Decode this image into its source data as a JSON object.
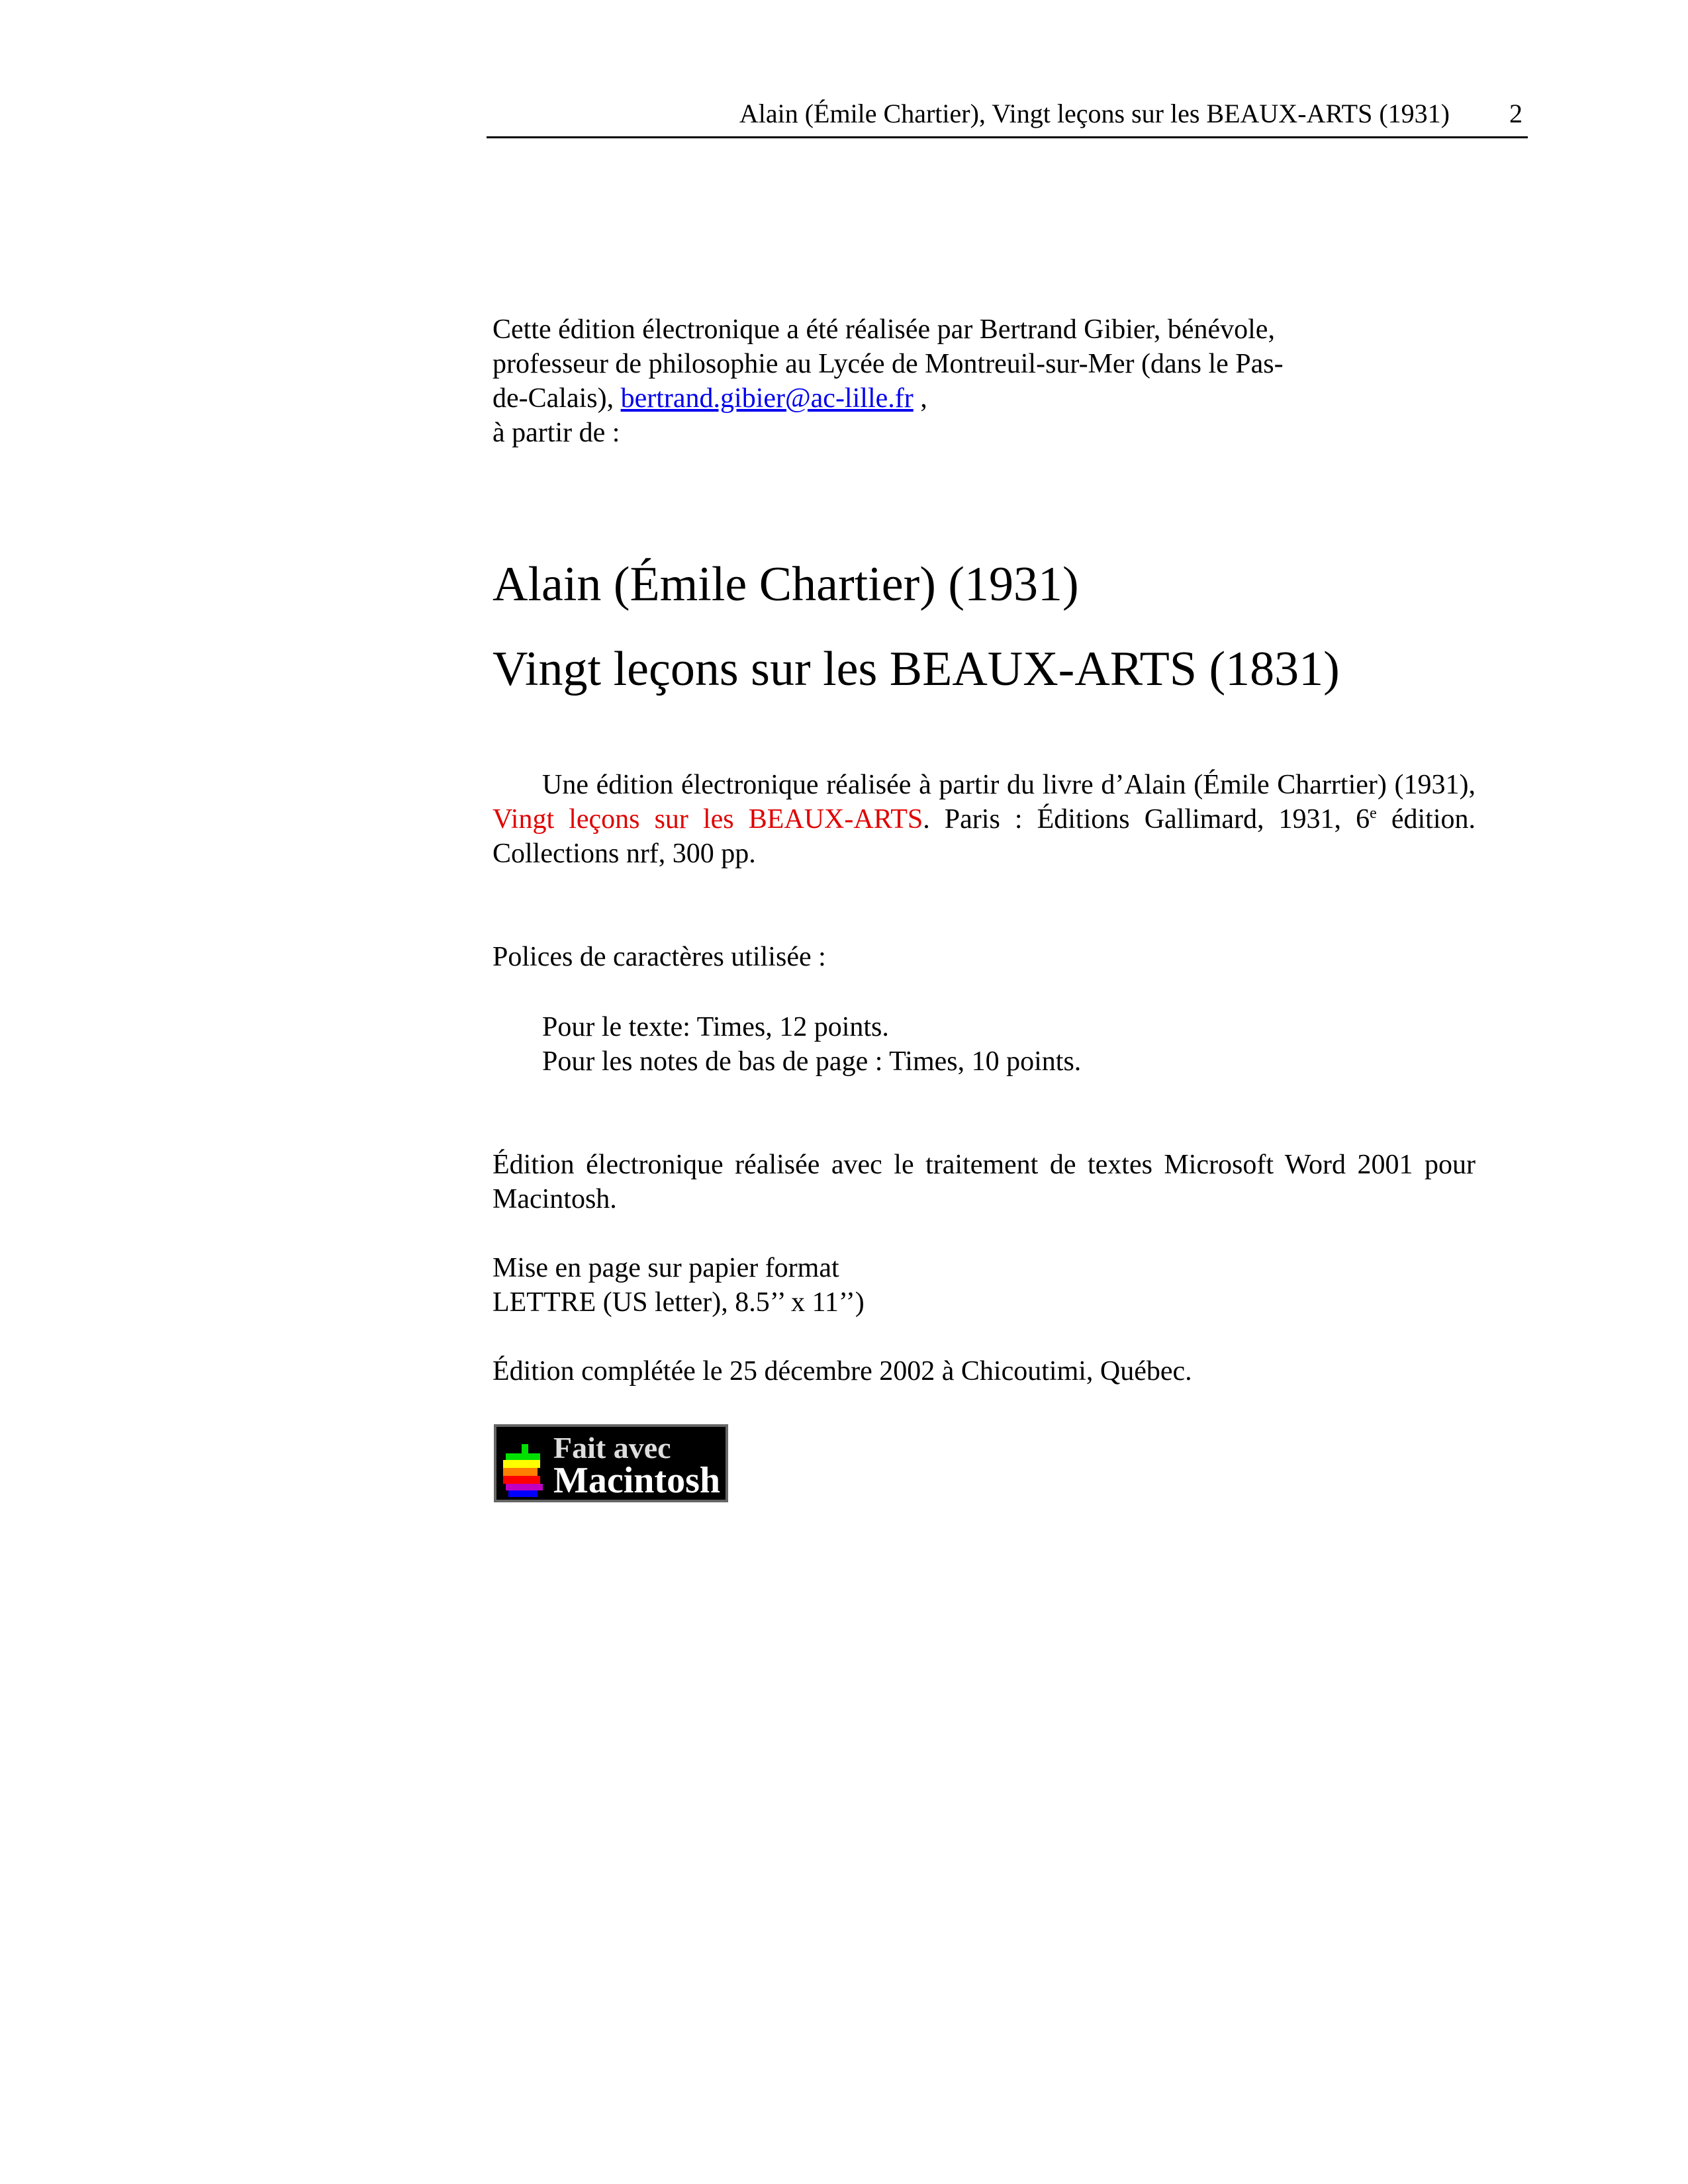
{
  "header": {
    "running_title": "Alain (Émile Chartier), Vingt leçons sur les BEAUX-ARTS (1931)",
    "page_number": "2"
  },
  "credits": {
    "line1": "Cette édition électronique a été réalisée par Bertrand Gibier, bénévole,",
    "line2": "professeur de philosophie au Lycée de Montreuil-sur-Mer (dans le Pas-",
    "line3_prefix": "de-Calais), ",
    "email": "bertrand.gibier@ac-lille.fr",
    "line3_suffix": " ,",
    "line4": "à partir de :"
  },
  "title": {
    "author": "Alain (Émile Chartier) (1931)",
    "work": "Vingt leçons sur les BEAUX-ARTS (1831)"
  },
  "source": {
    "prefix": "Une édition électronique réalisée à partir du livre d’Alain (Émile Charrtier) (1931), ",
    "book_title": "Vingt leçons sur les BEAUX-ARTS",
    "middle": ". Paris : Éditions Gallimard, 1931, 6",
    "sup": "e",
    "suffix": " édition. Collections nrf, 300 pp."
  },
  "fonts": {
    "heading": "Polices de caractères utilisée :",
    "text": "Pour le texte: Times, 12 points.",
    "notes": "Pour les notes de bas de page : Times, 10 points."
  },
  "software": "Édition électronique réalisée avec le traitement de textes Microsoft Word 2001 pour Macintosh.",
  "paper": {
    "line1": "Mise en page sur papier format",
    "line2": "LETTRE (US letter), 8.5’’ x 11’’)"
  },
  "completed": "Édition complétée le 25 décembre 2002 à Chicoutimi, Québec.",
  "badge": {
    "line1": "Fait avec",
    "line2": "Macintosh"
  }
}
